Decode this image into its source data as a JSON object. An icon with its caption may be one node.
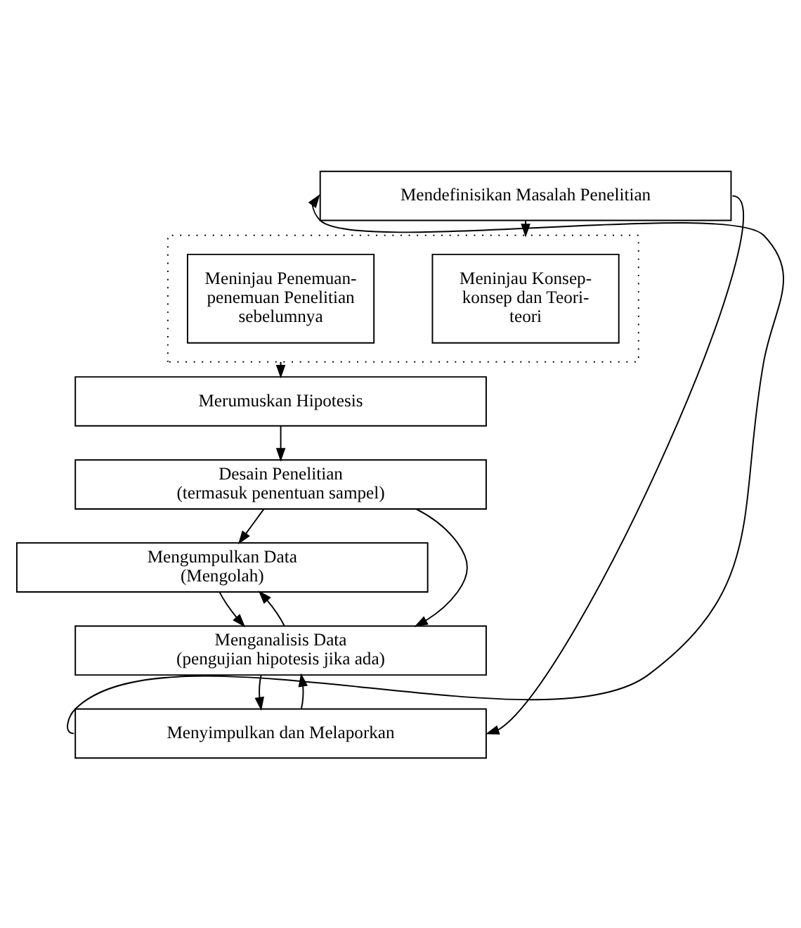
{
  "diagram": {
    "nodes": [
      {
        "text": [
          "Mendefinisikan Masalah Penelitian"
        ]
      },
      {
        "text": [],
        "shape": "box"
      },
      {
        "text": [
          "Meninjau Konsep-konsep dan Teori-teori"
        ],
        "in": 1
      },
      {
        "text": [
          "Meninjau Penemuan-penemuan Penelitian sebelumnya"
        ],
        "in": 1
      },
      {
        "text": [
          "Merumuskan Hipotesis"
        ]
      },
      {
        "text": [
          "Desain Penelitian",
          "(termasuk penentuan sampel)"
        ]
      },
      {
        "text": [
          "Mengumpulkan Data",
          "(Mengolah)"
        ]
      },
      {
        "text": [
          "Menganalisis Data",
          "(pengujian hipotesis jika ada)"
        ]
      },
      {
        "text": [
          "Menyimpulkan dan Melaporkan"
        ]
      }
    ],
    "edges": [
      {
        "from": 0,
        "to": 1,
        "arrow": "to"
      },
      {
        "from": 1,
        "to": 4,
        "arrow": "to"
      },
      {
        "from": 4,
        "to": 5,
        "arrow": "to"
      },
      {
        "from": 5,
        "to": 6,
        "arrow": "to"
      },
      {
        "from": 6,
        "to": 7,
        "arrow": "to"
      },
      {
        "from": 7,
        "to": 8,
        "arrow": "to"
      },
      {
        "from": 5,
        "to": 7,
        "arrow": "to"
      },
      {
        "from": 7,
        "to": 6,
        "arrow": "to"
      },
      {
        "from": 8,
        "to": 7,
        "arrow": "to"
      },
      {
        "from": 8,
        "to": 0,
        "arrow": "to"
      },
      {
        "from": 0,
        "to": 8,
        "arrow": "to"
      }
    ]
  }
}
